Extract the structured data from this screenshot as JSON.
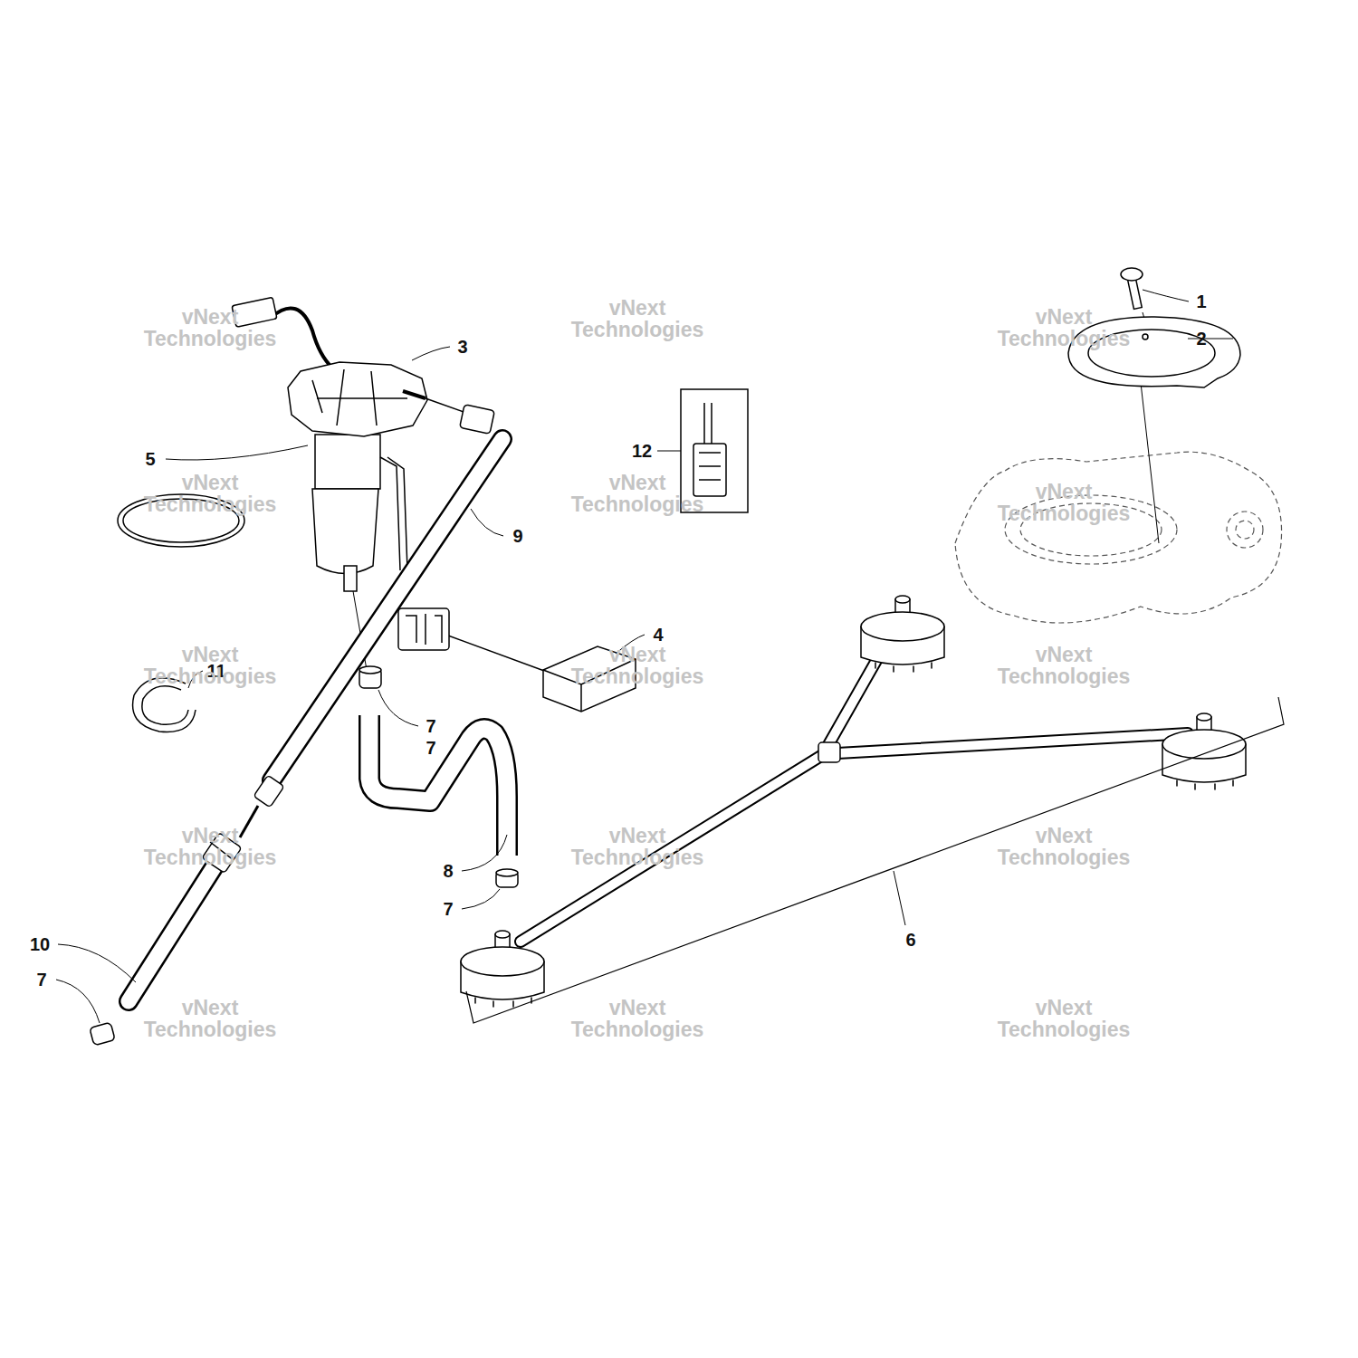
{
  "diagram": {
    "labels": [
      "1",
      "2",
      "3",
      "5",
      "12",
      "9",
      "4",
      "11",
      "7",
      "8",
      "7",
      "10",
      "7",
      "6",
      "7",
      "vNext Technologies",
      "vNext Technologies",
      "vNext Technologies",
      "vNext Technologies",
      "vNext Technologies",
      "vNext Technologies",
      "vNext Technologies",
      "vNext Technologies",
      "vNext Technologies",
      "vNext Technologies",
      "vNext Technologies",
      "vNext Technologies",
      "vNext Technologies",
      "vNext Technologies",
      "vNext Technologies"
    ]
  }
}
